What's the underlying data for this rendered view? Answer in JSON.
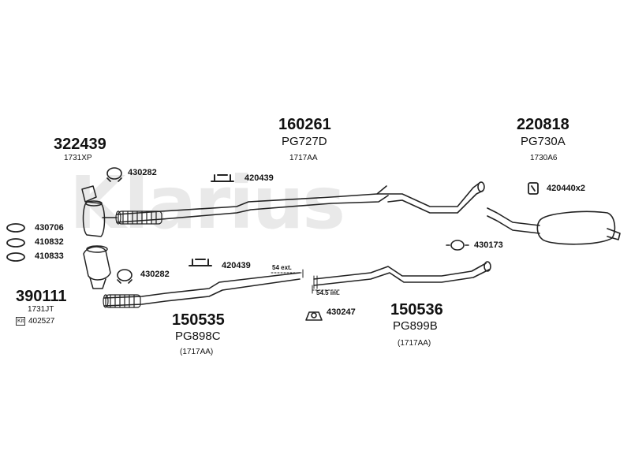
{
  "watermark": "Klarius",
  "parts": {
    "p322439": {
      "number": "322439",
      "code": "1731XP"
    },
    "p160261": {
      "number": "160261",
      "code": "PG727D",
      "sub": "1717AA"
    },
    "p220818": {
      "number": "220818",
      "code": "PG730A",
      "sub": "1730A6"
    },
    "p390111": {
      "number": "390111",
      "code": "1731JT",
      "kit_label": "Kit",
      "kit_number": "402527"
    },
    "p150535": {
      "number": "150535",
      "code": "PG898C",
      "sub": "(1717AA)"
    },
    "p150536": {
      "number": "150536",
      "code": "PG899B",
      "sub": "(1717AA)"
    }
  },
  "refs": {
    "r430282_top": "430282",
    "r420439_top": "420439",
    "r420440x2": "420440x2",
    "r430706": "430706",
    "r410832": "410832",
    "r410833": "410833",
    "r430173": "430173",
    "r420439_bottom": "420439",
    "r430282_bottom": "430282",
    "r430247": "430247"
  },
  "notes": {
    "ext": "54 ext.",
    "int": "54.5 int."
  }
}
